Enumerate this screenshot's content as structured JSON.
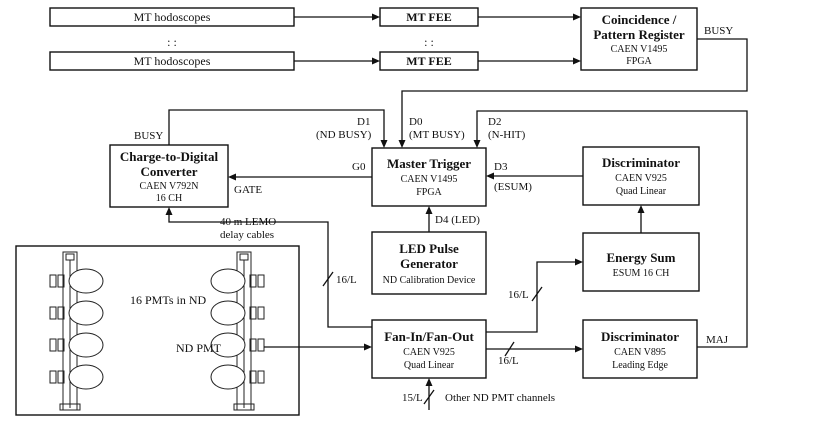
{
  "mt_rows": [
    {
      "hodoscope": "MT hodoscopes",
      "fee": "MT FEE"
    },
    {
      "hodoscope": "MT hodoscopes",
      "fee": "MT FEE"
    }
  ],
  "ellipsis": ": :",
  "coincidence": {
    "title1": "Coincidence /",
    "title2": "Pattern Register",
    "sub1": "CAEN V1495",
    "sub2": "FPGA"
  },
  "qdc": {
    "title1": "Charge-to-Digital",
    "title2": "Converter",
    "sub1": "CAEN V792N",
    "sub2": "16 CH"
  },
  "master": {
    "title": "Master Trigger",
    "sub1": "CAEN V1495",
    "sub2": "FPGA"
  },
  "disc_quad": {
    "title": "Discriminator",
    "sub1": "CAEN V925",
    "sub2": "Quad Linear"
  },
  "energy_sum": {
    "title": "Energy Sum",
    "sub1": "ESUM 16 CH"
  },
  "led": {
    "title1": "LED Pulse",
    "title2": "Generator",
    "sub1": "ND Calibration Device"
  },
  "fan": {
    "title": "Fan-In/Fan-Out",
    "sub1": "CAEN V925",
    "sub2": "Quad Linear"
  },
  "disc_lead": {
    "title": "Discriminator",
    "sub1": "CAEN V895",
    "sub2": "Leading Edge"
  },
  "nd": {
    "pmts_label": "16 PMTs in ND",
    "pmt_out_label": "ND PMT"
  },
  "signals": {
    "busy_right": "BUSY",
    "busy_left": "BUSY",
    "d1": "D1",
    "d1_desc": "(ND BUSY)",
    "d0": "D0",
    "d0_desc": "(MT BUSY)",
    "d2": "D2",
    "d2_desc": "(N-HIT)",
    "g0": "G0",
    "d3": "D3",
    "d3_desc": "(ESUM)",
    "gate": "GATE",
    "d4": "D4 (LED)",
    "lemo1": "40 m LEMO",
    "lemo2": "delay cables",
    "bus_16l_a": "16/L",
    "bus_16l_b": "16/L",
    "bus_16l_c": "16/L",
    "bus_15l": "15/L",
    "other_channels": "Other ND PMT channels",
    "maj": "MAJ"
  }
}
